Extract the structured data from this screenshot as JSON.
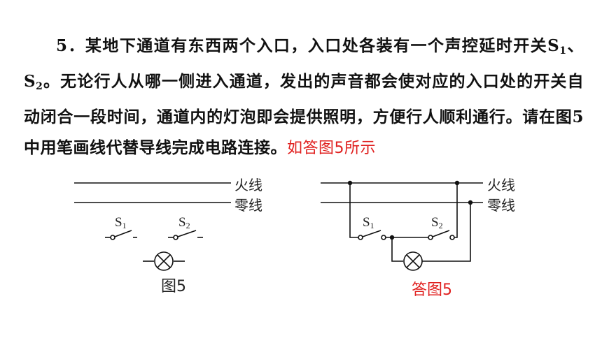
{
  "question": {
    "number": "5",
    "part1": "．某地下通道有东西两个入口，入口处各装有一个声控延时开关",
    "s1_letter": "S",
    "s1_sub": "1",
    "sep": "、",
    "s2_letter": "S",
    "s2_sub": "2",
    "part2": "。无论行人从哪一侧进入通道，发出的声音都会使对应的入口处的开关自动闭合一段时间，通道内的灯泡即会提供照明，方便行人顺利通行。请在图5 中用笔画线代替导线完成电路连接。",
    "answer": "如答图5所示"
  },
  "figure_left": {
    "live_label": "火线",
    "neutral_label": "零线",
    "switch1": {
      "letter": "S",
      "sub": "1"
    },
    "switch2": {
      "letter": "S",
      "sub": "2"
    },
    "caption": "图5"
  },
  "figure_right": {
    "live_label": "火线",
    "neutral_label": "零线",
    "switch1": {
      "letter": "S",
      "sub": "1"
    },
    "switch2": {
      "letter": "S",
      "sub": "2"
    },
    "caption": "答图5"
  },
  "colors": {
    "text": "#111111",
    "answer": "#e0201f",
    "wire": "#111111"
  }
}
